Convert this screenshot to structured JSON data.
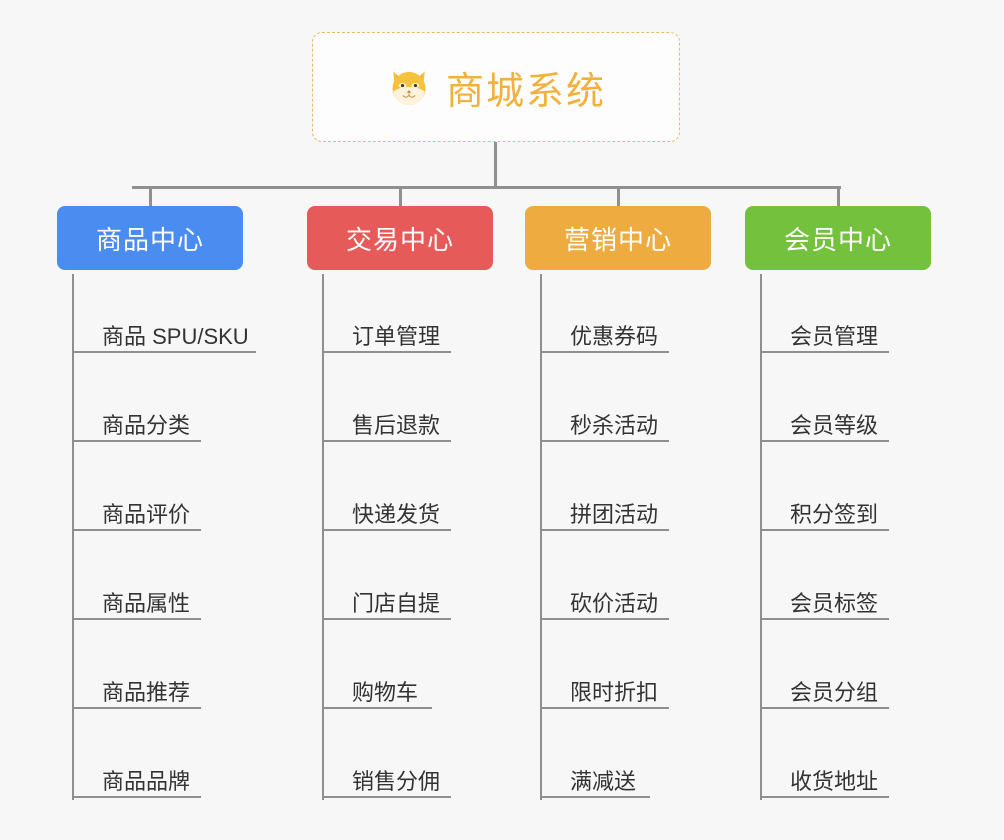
{
  "diagram": {
    "type": "org-chart",
    "root": {
      "title": "商城系统",
      "icon": "shiba-inu-dog-face-icon",
      "title_color": "#f0b23c",
      "border_color": "#e8b96a"
    },
    "connector_color": "#909090",
    "background_color": "#f7f7f7",
    "columns": [
      {
        "label": "商品中心",
        "color": "#4a8cf0",
        "items": [
          "商品 SPU/SKU",
          "商品分类",
          "商品评价",
          "商品属性",
          "商品推荐",
          "商品品牌"
        ]
      },
      {
        "label": "交易中心",
        "color": "#e75a5a",
        "items": [
          "订单管理",
          "售后退款",
          "快递发货",
          "门店自提",
          "购物车",
          "销售分佣"
        ]
      },
      {
        "label": "营销中心",
        "color": "#eeac40",
        "items": [
          "优惠券码",
          "秒杀活动",
          "拼团活动",
          "砍价活动",
          "限时折扣",
          "满减送"
        ]
      },
      {
        "label": "会员中心",
        "color": "#74c13e",
        "items": [
          "会员管理",
          "会员等级",
          "积分签到",
          "会员标签",
          "会员分组",
          "收货地址"
        ]
      }
    ]
  }
}
